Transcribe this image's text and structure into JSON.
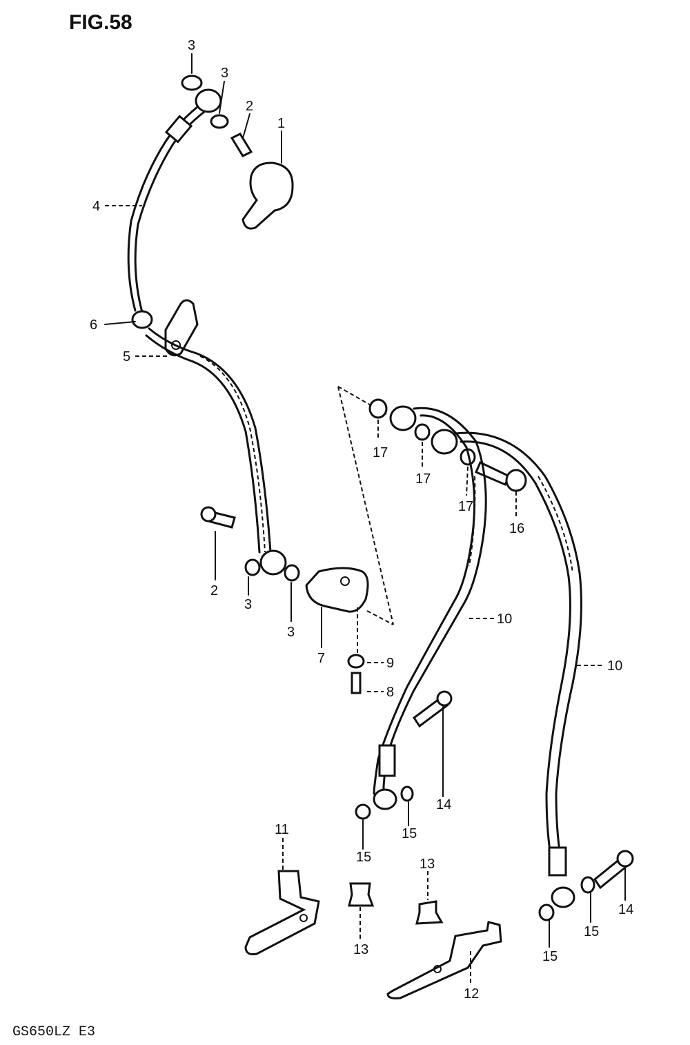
{
  "figure": {
    "title": "FIG.58",
    "model_code": "GS650LZ E3"
  },
  "callouts": [
    "1",
    "2",
    "3",
    "4",
    "5",
    "6",
    "7",
    "8",
    "9",
    "10",
    "11",
    "12",
    "13",
    "14",
    "15",
    "16",
    "17"
  ]
}
